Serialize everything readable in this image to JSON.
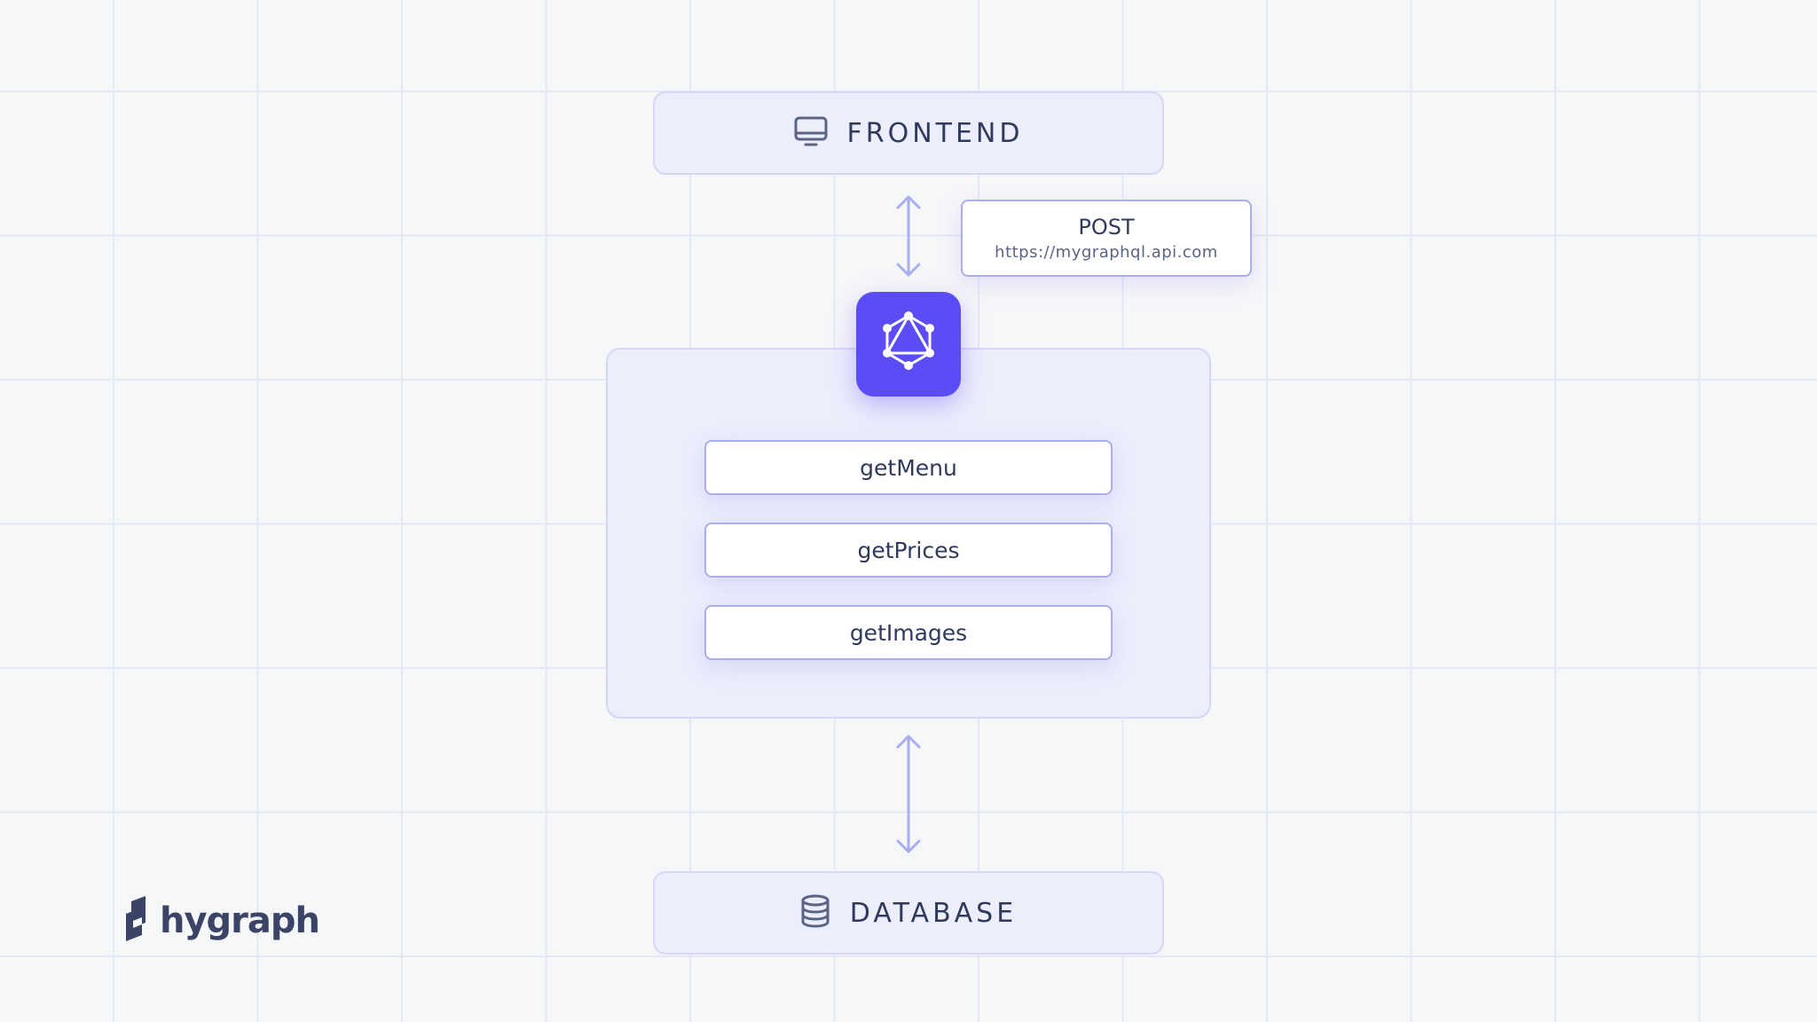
{
  "frontend": {
    "label": "FRONTEND",
    "icon": "monitor-icon"
  },
  "request": {
    "method": "POST",
    "url": "https://mygraphql.api.com"
  },
  "api": {
    "icon": "graphql-logo-icon",
    "operations": [
      {
        "label": "getMenu"
      },
      {
        "label": "getPrices"
      },
      {
        "label": "getImages"
      }
    ]
  },
  "database": {
    "label": "DATABASE",
    "icon": "database-icon"
  },
  "brand": {
    "name": "hygraph",
    "icon": "hygraph-logo-icon"
  },
  "colors": {
    "background": "#f6f7f9",
    "grid": "#e5e8f4",
    "panel": "#eceefc",
    "accent": "#5b4cf5",
    "arrow": "#a9aef0",
    "text": "#2f3a5c"
  }
}
